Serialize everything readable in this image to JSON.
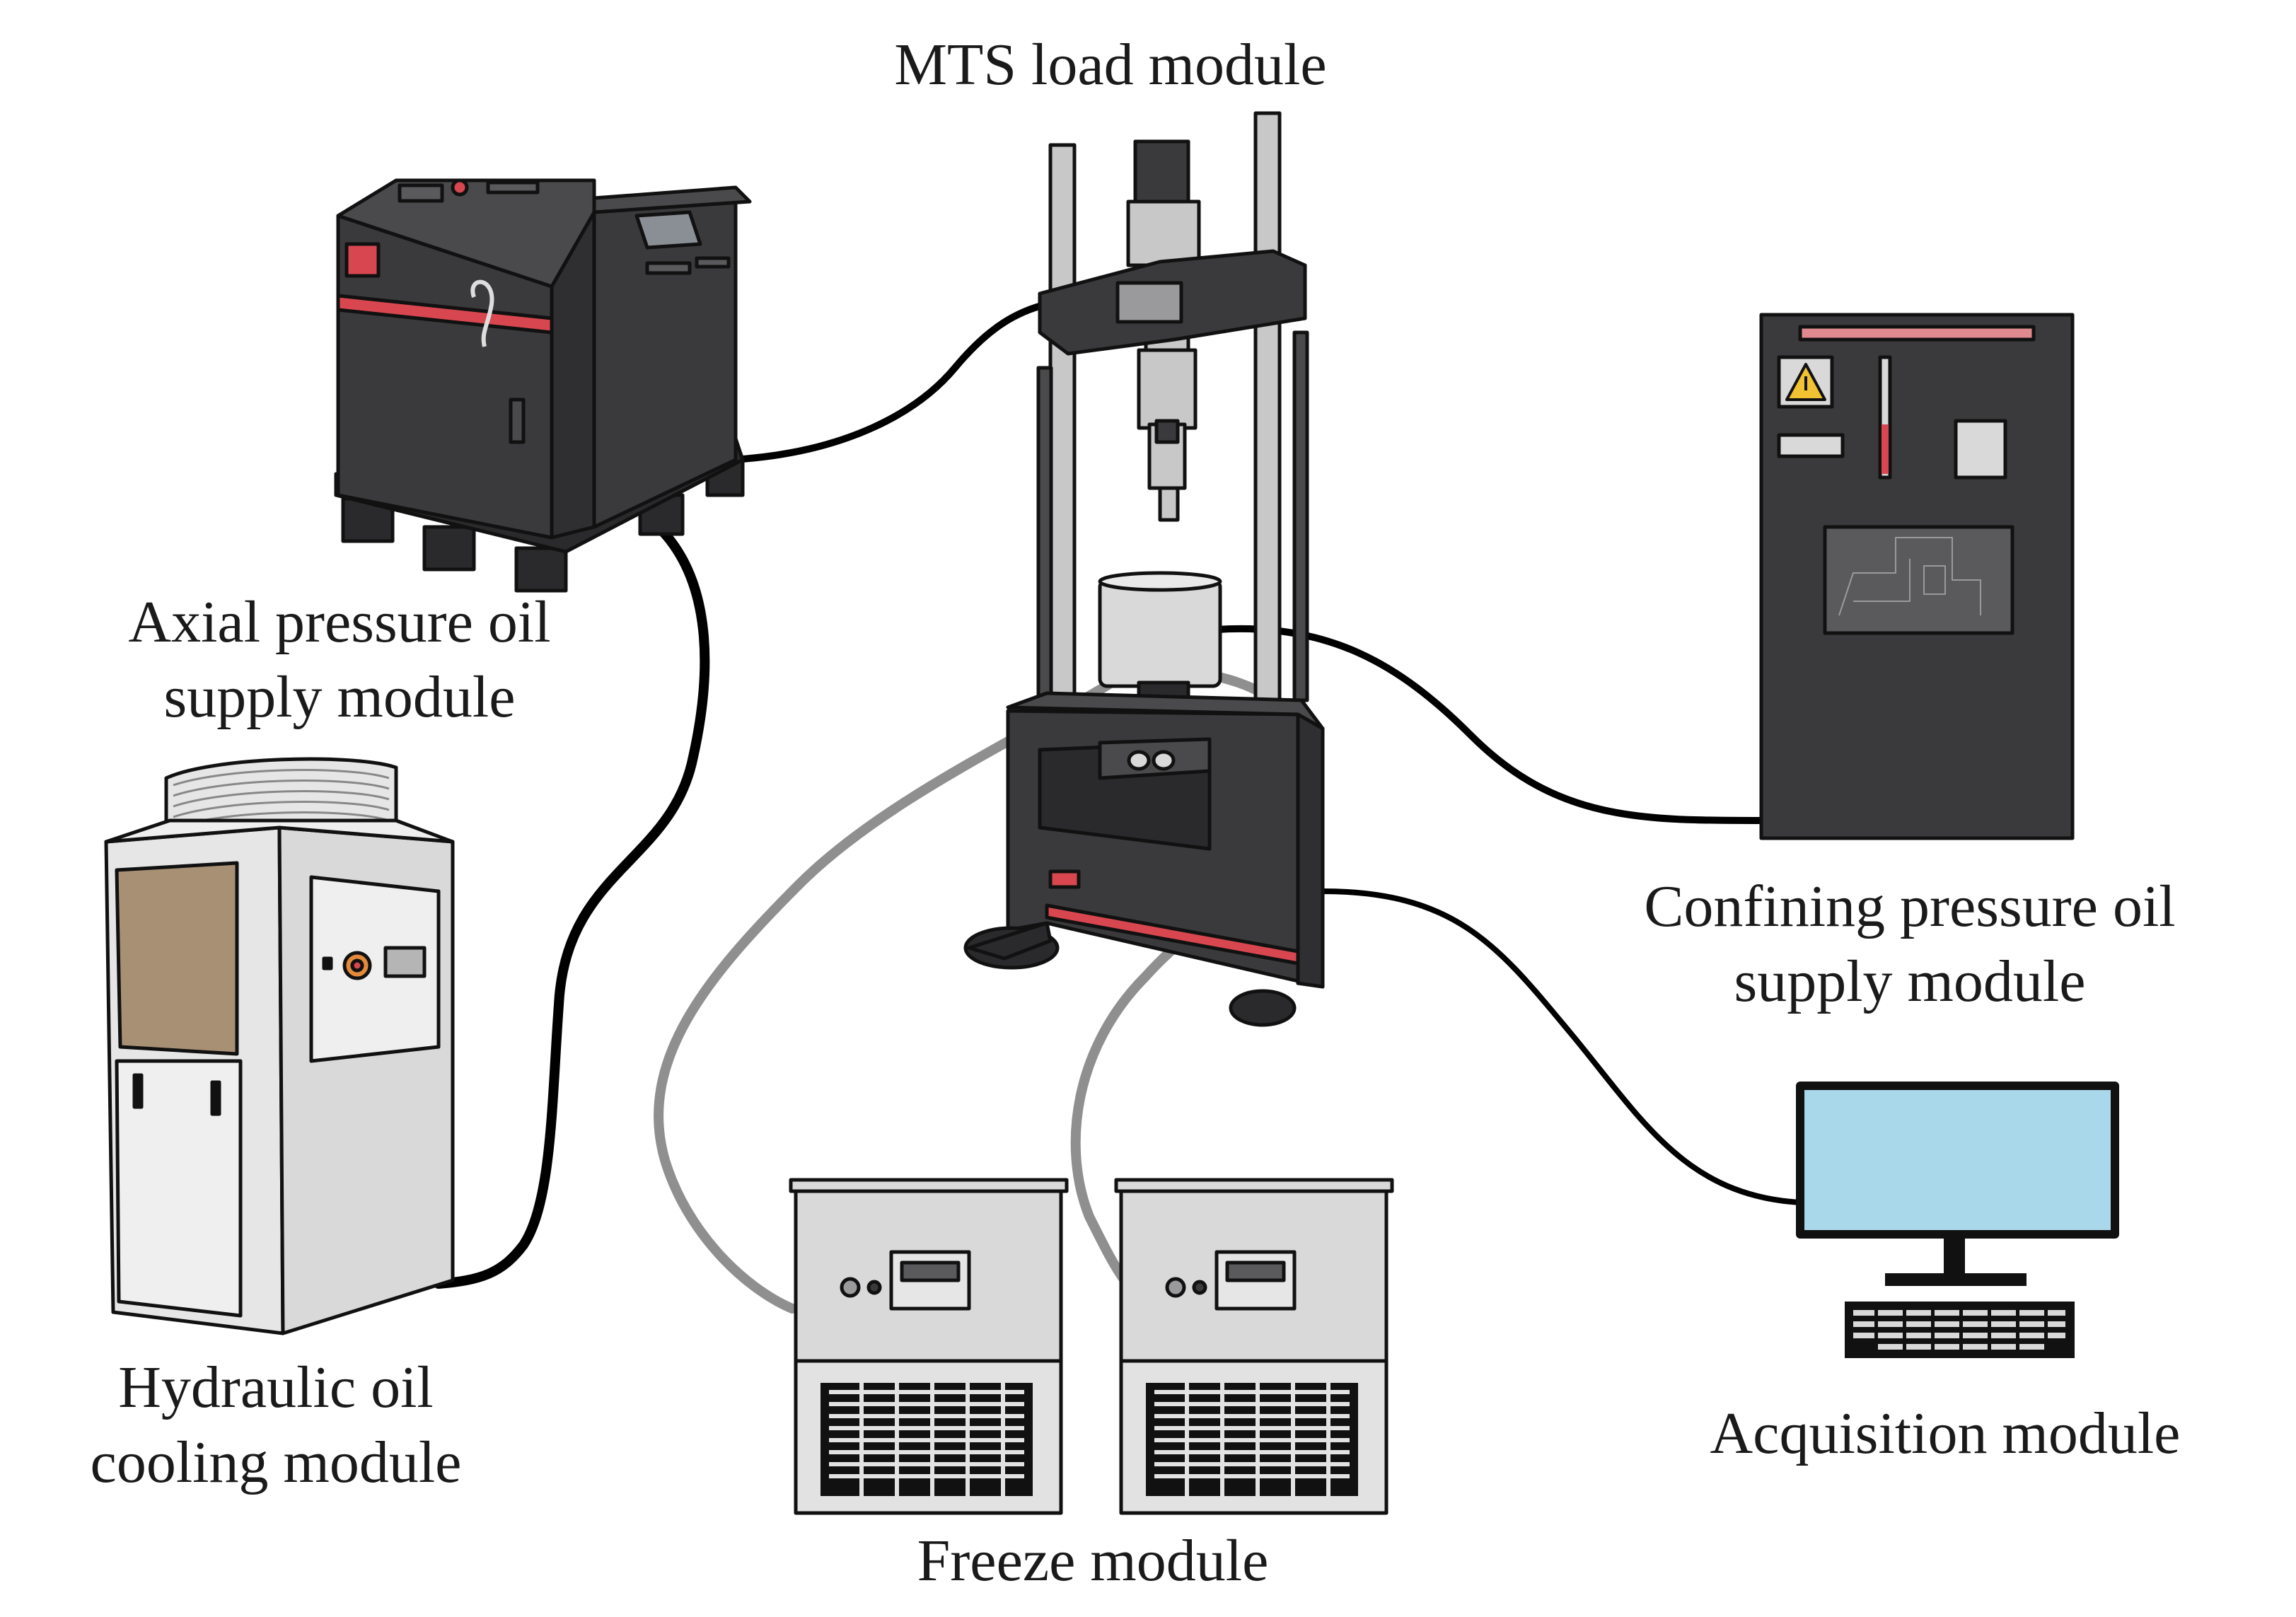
{
  "labels": {
    "mts": "MTS load module",
    "axial_line1": "Axial pressure oil",
    "axial_line2": "supply module",
    "hydraulic_line1": "Hydraulic oil",
    "hydraulic_line2": "cooling module",
    "confining_line1": "Confining pressure oil",
    "confining_line2": "supply module",
    "acquisition": "Acquisition module",
    "freeze": "Freeze module"
  },
  "colors": {
    "machine_body": "#3a3a3c",
    "machine_dark": "#2a2a2c",
    "accent_red": "#d8474f",
    "panel_grey": "#d9d9d9",
    "steel": "#c8c8c8",
    "cooler_panel": "#a89074",
    "monitor_screen": "#a9d8ea",
    "cable_black": "#000000",
    "hose_grey": "#8f8f8f",
    "warning_yellow": "#f1c232"
  }
}
